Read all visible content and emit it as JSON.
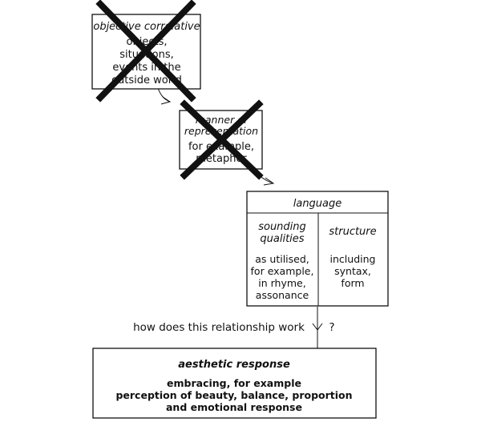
{
  "boxes": {
    "objective": {
      "title": "objective correlative",
      "lines": [
        "objects,",
        "situations,",
        "events in the",
        "outside world"
      ]
    },
    "manner": {
      "title_lines": [
        "manner of",
        "representation"
      ],
      "lines": [
        "for example,",
        "metaphor"
      ]
    },
    "language": {
      "title": "language",
      "left": {
        "title_lines": [
          "sounding",
          "qualities"
        ],
        "lines": [
          "as utilised,",
          "for example,",
          "in rhyme,",
          "assonance"
        ]
      },
      "right": {
        "title": "structure",
        "lines": [
          "including",
          "syntax,",
          "form"
        ]
      }
    },
    "aesthetic": {
      "title": "aesthetic response",
      "lines": [
        "embracing, for example",
        "perception of beauty, balance, proportion",
        "and emotional response"
      ]
    }
  },
  "question": {
    "text": "how does this relationship work",
    "mark": "?"
  }
}
